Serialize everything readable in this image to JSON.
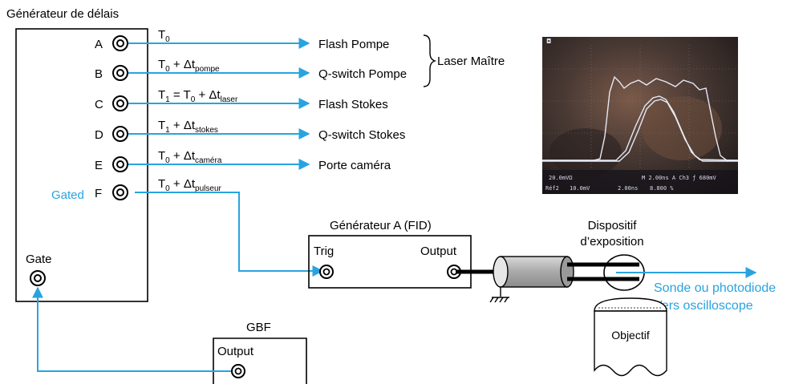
{
  "colors": {
    "signal_line": "#29a3e0",
    "blue_text": "#29a3e0",
    "box_stroke": "#000000",
    "cable_body": "#b8b8b8",
    "scope_bg": "#3a2e2a",
    "scope_trace": "#dfe3f0"
  },
  "delay_generator": {
    "title": "Générateur de délais",
    "gate_label": "Gate",
    "gated_label": "Gated",
    "channels": [
      {
        "letter": "A",
        "expr": {
          "base": "T",
          "base_sub": "0",
          "plus": "",
          "dt_sub": ""
        },
        "target": "Flash Pompe"
      },
      {
        "letter": "B",
        "expr": {
          "base": "T",
          "base_sub": "0",
          "plus": " + Δt",
          "dt_sub": "pompe"
        },
        "target": "Q-switch Pompe"
      },
      {
        "letter": "C",
        "expr": {
          "base": "T",
          "base_sub": "1",
          "plus": " = T",
          "plus_sub": "0",
          "plus2": " + Δt",
          "dt_sub": "laser"
        },
        "target": "Flash Stokes"
      },
      {
        "letter": "D",
        "expr": {
          "base": "T",
          "base_sub": "1",
          "plus": " + Δt",
          "dt_sub": "stokes"
        },
        "target": "Q-switch Stokes"
      },
      {
        "letter": "E",
        "expr": {
          "base": "T",
          "base_sub": "0",
          "plus": " + Δt",
          "dt_sub": "caméra"
        },
        "target": "Porte caméra"
      },
      {
        "letter": "F",
        "expr": {
          "base": "T",
          "base_sub": "0",
          "plus": " + Δt",
          "dt_sub": "pulseur"
        },
        "target": ""
      }
    ]
  },
  "laser_group_label": "Laser Maître",
  "generator_a": {
    "title": "Générateur A (FID)",
    "trig_label": "Trig",
    "output_label": "Output"
  },
  "gbf": {
    "title": "GBF",
    "output_label": "Output"
  },
  "exposure": {
    "title_line1": "Dispositif",
    "title_line2": "d’exposition",
    "objective_label": "Objectif"
  },
  "probe": {
    "line1": "Sonde ou photodiode",
    "line2": "Vers oscilloscope"
  },
  "oscilloscope": {
    "row1": [
      "20.0mVΩ",
      "M 2.00ns  A  Ch3  ƒ  680mV"
    ],
    "row2": [
      "Réf2",
      "10.0mV",
      "2.00ns",
      "8.800 %"
    ]
  }
}
